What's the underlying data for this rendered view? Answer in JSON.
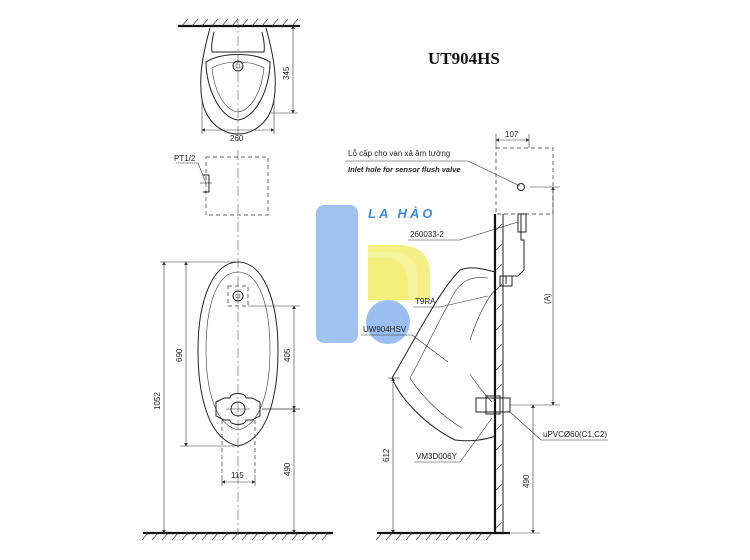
{
  "title": "UT904HS",
  "watermark": {
    "brand_text": "LA HÀO",
    "color_blue": "#8fb8ee",
    "color_yellow": "#f2ee78"
  },
  "top_view": {
    "width_label": "260",
    "depth_label": "345"
  },
  "front_view": {
    "thread_label": "PT1/2",
    "total_height_label": "1052",
    "bowl_height_label": "690",
    "spud_height_label": "405",
    "outlet_width_label": "115",
    "outlet_height_label": "490"
  },
  "side_view": {
    "offset_label": "107",
    "inlet_note_vi": "Lỗ cấp cho van xả âm tường",
    "inlet_note_en": "Inlet hole for sensor flush valve",
    "part_valve": "260033-2",
    "part_trap": "T9RA",
    "part_body": "UW904HSV",
    "part_hanger": "VM3D006Y",
    "outlet_pipe": "uPVCØ60(C1,C2)",
    "variable_dim": "(A)",
    "rim_height_label": "612",
    "outlet_height_label": "490"
  }
}
